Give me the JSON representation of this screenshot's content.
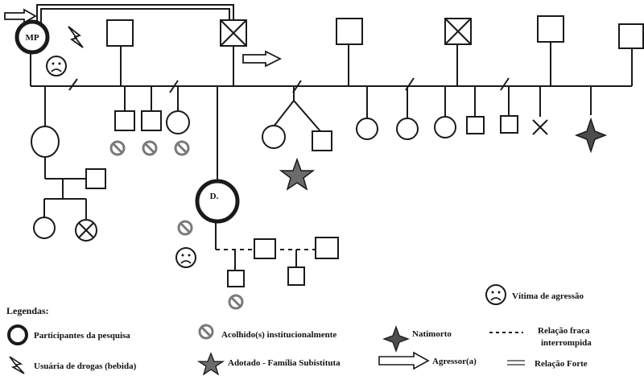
{
  "nodes": {
    "participant_mp_label": "MP",
    "participant_d_label": "D."
  },
  "legend": {
    "title": "Legendas:",
    "participants": "Participantes da pesquisa",
    "drug_user": "Usuária de drogas (bebida)",
    "institutional": "Acolhido(s) institucionalmente",
    "adopted": "Adotado - Família Subistituta",
    "stillbirth": "Natimorto",
    "aggressor": "Agressor(a)",
    "weak_line1": "Relação fraca",
    "weak_line2": "interrompida",
    "strong": "Relação Forte",
    "victim": "Vítima de agressão"
  },
  "colors": {
    "line": "#1a1a1a",
    "symbol_gray": "#7a7a7a",
    "star_fill": "#6b6b6b"
  }
}
